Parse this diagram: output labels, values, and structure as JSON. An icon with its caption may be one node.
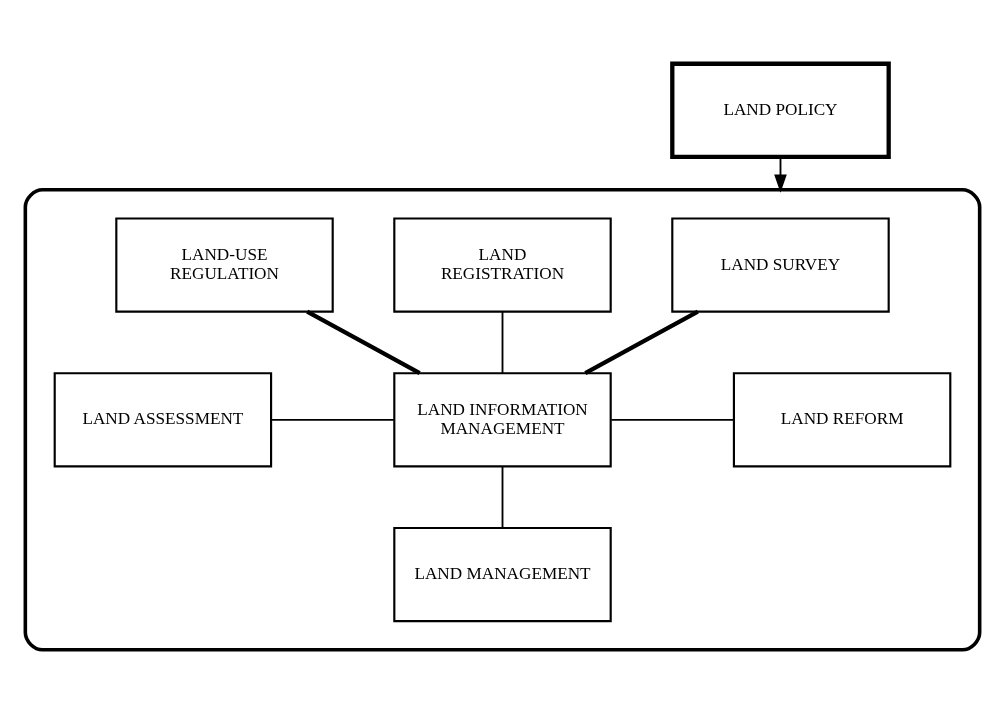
{
  "diagram": {
    "nodes": [
      {
        "text": [
          "LAND POLICY"
        ]
      },
      {
        "text": [],
        "shape": "box"
      },
      {
        "text": [
          "LAND SURVEY"
        ],
        "in": 1
      },
      {
        "text": [
          "LAND REGISTRATION"
        ],
        "in": 1
      },
      {
        "text": [
          "LAND-USE REGULATION"
        ],
        "in": 1
      },
      {
        "text": [
          "LAND ASSESSMENT"
        ],
        "in": 1
      },
      {
        "text": [
          "LAND INFORMATION MANAGEMENT"
        ],
        "in": 1
      },
      {
        "text": [
          "LAND REFORM"
        ],
        "in": 1
      },
      {
        "text": [
          "LAND MANAGEMENT"
        ],
        "in": 1
      }
    ],
    "edges": [
      {
        "from": 0,
        "to": 1,
        "arrow": "to"
      },
      {
        "from": 2,
        "to": 6,
        "arrow": "none",
        "style": "thick"
      },
      {
        "from": 3,
        "to": 6,
        "arrow": "none"
      },
      {
        "from": 4,
        "to": 6,
        "arrow": "none",
        "style": "thick"
      },
      {
        "from": 5,
        "to": 6,
        "arrow": "none"
      },
      {
        "from": 6,
        "to": 7,
        "arrow": "none"
      },
      {
        "from": 6,
        "to": 8,
        "arrow": "none"
      }
    ]
  }
}
